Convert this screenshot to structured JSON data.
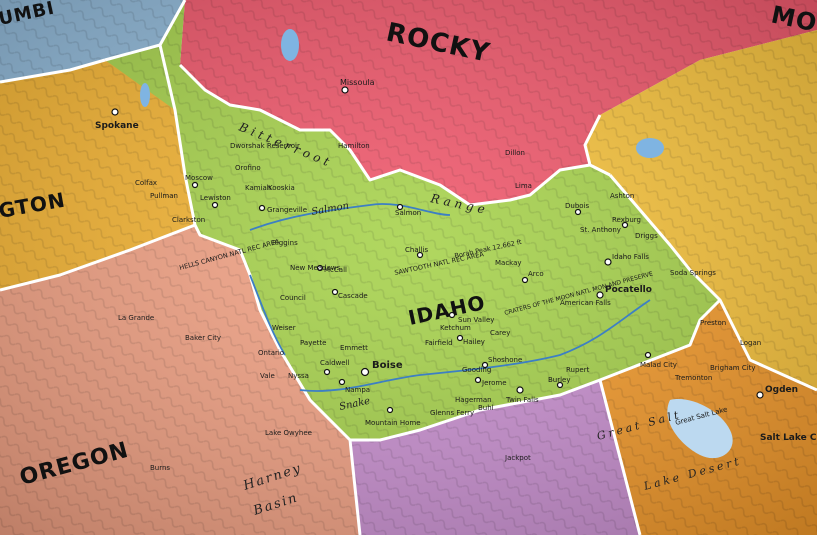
{
  "map": {
    "regions": {
      "idaho": {
        "label": "IDAHO",
        "color": "#a6d24a"
      },
      "montana": {
        "label": "MO",
        "color": "#f0566a"
      },
      "oregon": {
        "label": "OREGON",
        "color": "#f2a183"
      },
      "washington": {
        "label": "GTON",
        "color": "#f5b431"
      },
      "wyoming": {
        "color": "#f7c23a"
      },
      "utah": {
        "color": "#f49a2a"
      },
      "nevada": {
        "color": "#c98fd0"
      },
      "british_columbia": {
        "label": "UMBI",
        "color": "#8fb8d8"
      }
    },
    "features": {
      "rocky": "ROCKY",
      "bitterroot": "Bitterroot",
      "range": "Range",
      "salmon_river": "Salmon",
      "snake_river": "Snake",
      "harney_basin_1": "Harney",
      "harney_basin_2": "Basin",
      "great_salt_lake_desert_1": "Great Salt",
      "great_salt_lake_desert_2": "Lake Desert",
      "hells_canyon": "HELLS CANYON NATL REC AREA",
      "craters_of_the_moon": "CRATERS OF THE MOON NATL MON AND PRESERVE",
      "sawtooth": "SAWTOOTH NATL REC AREA",
      "borah_peak": "Borah Peak 12,662 ft",
      "great_salt_lake": "Great Salt Lake"
    },
    "cities": {
      "boise": "Boise",
      "nampa": "Nampa",
      "caldwell": "Caldwell",
      "pocatello": "Pocatello",
      "idaho_falls": "Idaho Falls",
      "twin_falls": "Twin Falls",
      "moscow": "Moscow",
      "lewiston": "Lewiston",
      "grangeville": "Grangeville",
      "mccall": "McCall",
      "cascade": "Cascade",
      "ketchum": "Ketchum",
      "sun_valley": "Sun Valley",
      "hailey": "Hailey",
      "shoshone": "Shoshone",
      "jerome": "Jerome",
      "burley": "Burley",
      "rupert": "Rupert",
      "malad_city": "Malad City",
      "salmon": "Salmon",
      "challis": "Challis",
      "arco": "Arco",
      "rexburg": "Rexburg",
      "dubois": "Dubois",
      "mountain_home": "Mountain Home",
      "glenns_ferry": "Glenns Ferry",
      "hagerman": "Hagerman",
      "buhl": "Buhl",
      "gooding": "Gooding",
      "fairfield": "Fairfield",
      "carey": "Carey",
      "emmett": "Emmett",
      "payette": "Payette",
      "weiser": "Weiser",
      "council": "Council",
      "new_meadows": "New Meadows",
      "riggins": "Riggins",
      "orofino": "Orofino",
      "kamiah": "Kamiah",
      "kooskia": "Kooskia",
      "spokane": "Spokane",
      "missoula": "Missoula",
      "hamilton": "Hamilton",
      "ogden": "Ogden",
      "logan": "Logan",
      "brigham_city": "Brigham City",
      "salt_lake": "Salt Lake C",
      "baker_city": "Baker City",
      "la_grande": "La Grande",
      "ontario": "Ontario",
      "vale": "Vale",
      "nyssa": "Nyssa",
      "jackpot": "Jackpot",
      "tremonton": "Tremonton",
      "preston": "Preston",
      "soda_springs": "Soda Springs",
      "american_falls": "American Falls",
      "mackay": "Mackay",
      "st_anthony": "St. Anthony",
      "ashton": "Ashton",
      "driggs": "Driggs",
      "dworshak": "Dworshak Reservoir",
      "clarkston": "Clarkston",
      "pullman": "Pullman",
      "colfax": "Colfax",
      "dillon": "Dillon",
      "lima": "Lima",
      "burns": "Burns",
      "lakeview": "Lake Owyhee"
    }
  }
}
